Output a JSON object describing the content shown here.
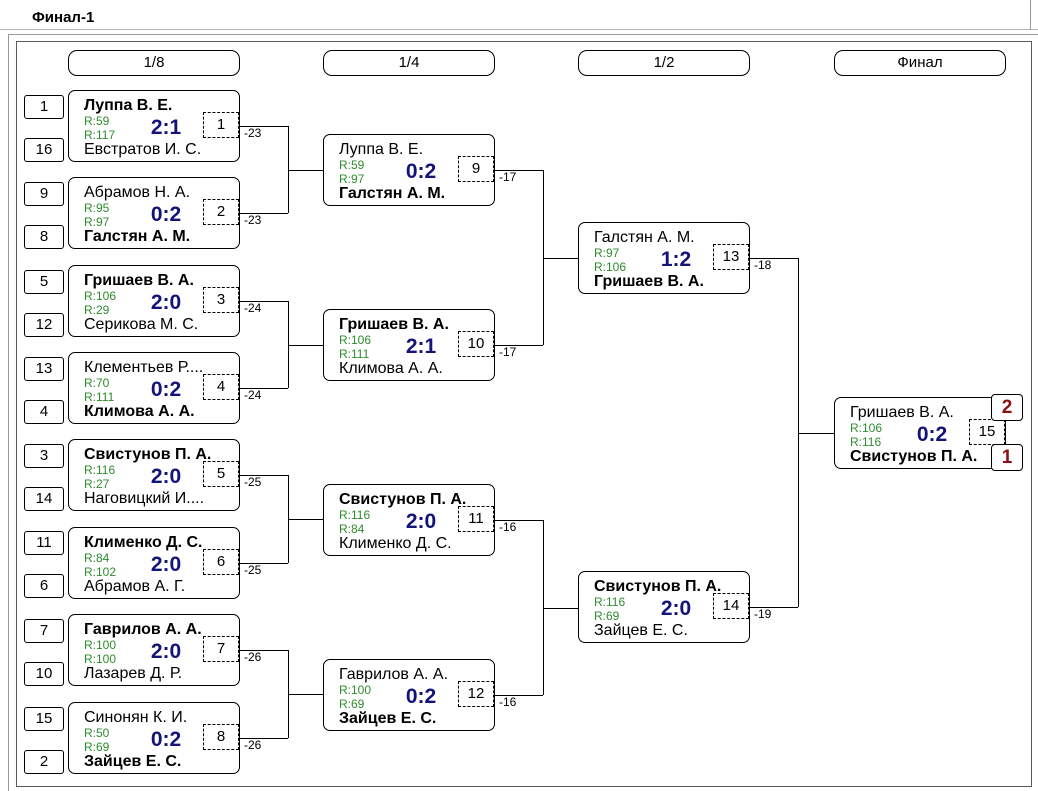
{
  "window_title": "Финал-1",
  "rounds": [
    "1/8",
    "1/4",
    "1/2",
    "Финал"
  ],
  "seeds": [
    "1",
    "16",
    "9",
    "8",
    "5",
    "12",
    "13",
    "4",
    "3",
    "14",
    "11",
    "6",
    "7",
    "10",
    "15",
    "2"
  ],
  "matches": [
    {
      "num": "1",
      "p1": "Луппа В. Е.",
      "p2": "Евстратов И. С.",
      "r1": "R:59",
      "r2": "R:117",
      "score": "2:1",
      "loser": "-23"
    },
    {
      "num": "2",
      "p1": "Абрамов Н. А.",
      "p2": "Галстян А. М.",
      "r1": "R:95",
      "r2": "R:97",
      "score": "0:2",
      "loser": "-23"
    },
    {
      "num": "3",
      "p1": "Гришаев В. А.",
      "p2": "Серикова М. С.",
      "r1": "R:106",
      "r2": "R:29",
      "score": "2:0",
      "loser": "-24"
    },
    {
      "num": "4",
      "p1": "Клементьев Р....",
      "p2": "Климова А. А.",
      "r1": "R:70",
      "r2": "R:111",
      "score": "0:2",
      "loser": "-24"
    },
    {
      "num": "5",
      "p1": "Свистунов П. А.",
      "p2": "Наговицкий И....",
      "r1": "R:116",
      "r2": "R:27",
      "score": "2:0",
      "loser": "-25"
    },
    {
      "num": "6",
      "p1": "Клименко Д. С.",
      "p2": "Абрамов А. Г.",
      "r1": "R:84",
      "r2": "R:102",
      "score": "2:0",
      "loser": "-25"
    },
    {
      "num": "7",
      "p1": "Гаврилов А. А.",
      "p2": "Лазарев Д. Р.",
      "r1": "R:100",
      "r2": "R:100",
      "score": "2:0",
      "loser": "-26"
    },
    {
      "num": "8",
      "p1": "Синонян К. И.",
      "p2": "Зайцев Е. С.",
      "r1": "R:50",
      "r2": "R:69",
      "score": "0:2",
      "loser": "-26"
    },
    {
      "num": "9",
      "p1": "Луппа В. Е.",
      "p2": "Галстян А. М.",
      "r1": "R:59",
      "r2": "R:97",
      "score": "0:2",
      "loser": "-17"
    },
    {
      "num": "10",
      "p1": "Гришаев В. А.",
      "p2": "Климова А. А.",
      "r1": "R:106",
      "r2": "R:111",
      "score": "2:1",
      "loser": "-17"
    },
    {
      "num": "11",
      "p1": "Свистунов П. А.",
      "p2": "Клименко Д. С.",
      "r1": "R:116",
      "r2": "R:84",
      "score": "2:0",
      "loser": "-16"
    },
    {
      "num": "12",
      "p1": "Гаврилов А. А.",
      "p2": "Зайцев Е. С.",
      "r1": "R:100",
      "r2": "R:69",
      "score": "0:2",
      "loser": "-16"
    },
    {
      "num": "13",
      "p1": "Галстян А. М.",
      "p2": "Гришаев В. А.",
      "r1": "R:97",
      "r2": "R:106",
      "score": "1:2",
      "loser": "-18"
    },
    {
      "num": "14",
      "p1": "Свистунов П. А.",
      "p2": "Зайцев Е. С.",
      "r1": "R:116",
      "r2": "R:69",
      "score": "2:0",
      "loser": "-19"
    },
    {
      "num": "15",
      "p1": "Гришаев В. А.",
      "p2": "Свистунов П. А.",
      "r1": "R:106",
      "r2": "R:116",
      "score": "0:2",
      "loser": ""
    }
  ],
  "final_places": {
    "p1": "2",
    "p2": "1"
  },
  "colors": {
    "score": "#13137a",
    "rating": "#2e8b2e",
    "place": "#8b1010"
  }
}
